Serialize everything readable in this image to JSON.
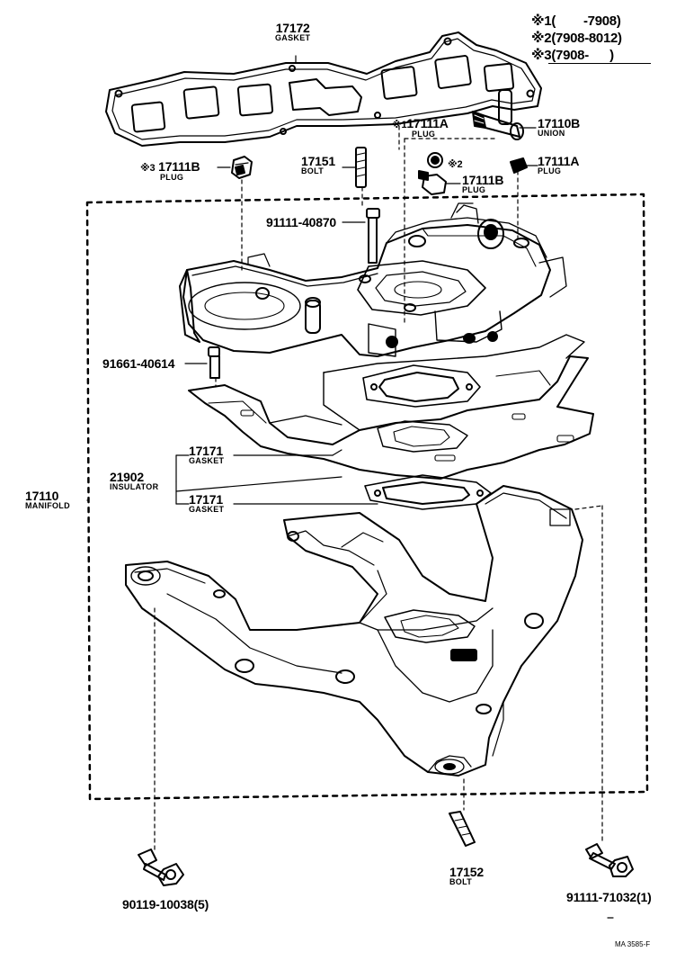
{
  "notes": [
    {
      "mark": "※1",
      "text": "(        -7908)"
    },
    {
      "mark": "※2",
      "text": "(7908-8012)"
    },
    {
      "mark": "※3",
      "text": "(7908-      )"
    }
  ],
  "parts": {
    "gasket_top": {
      "number": "17172",
      "name": "GASKET"
    },
    "plug_a1": {
      "mark": "※1",
      "number": "17111A",
      "name": "PLUG"
    },
    "union": {
      "number": "17110B",
      "name": "UNION"
    },
    "plug_b3": {
      "mark": "※3",
      "number": "17111B",
      "name": "PLUG"
    },
    "bolt_17151": {
      "number": "17151",
      "name": "BOLT"
    },
    "plug_b2": {
      "mark": "※2",
      "number": "17111B",
      "name": "PLUG"
    },
    "plug_a": {
      "number": "17111A",
      "name": "PLUG"
    },
    "bolt_40870": {
      "number": "91111-40870"
    },
    "bolt_40614": {
      "number": "91661-40614"
    },
    "gasket_upper": {
      "number": "17171",
      "name": "GASKET"
    },
    "insulator": {
      "number": "21902",
      "name": "INSULATOR"
    },
    "gasket_lower": {
      "number": "17171",
      "name": "GASKET"
    },
    "manifold": {
      "number": "17110",
      "name": "MANIFOLD"
    },
    "bolt_10038": {
      "number": "90119-10038",
      "qty": "(5)"
    },
    "bolt_17152": {
      "number": "17152",
      "name": "BOLT"
    },
    "bolt_71032": {
      "number": "91111-71032",
      "qty": "(1)"
    }
  },
  "figure_ref": "MA 3585-F"
}
